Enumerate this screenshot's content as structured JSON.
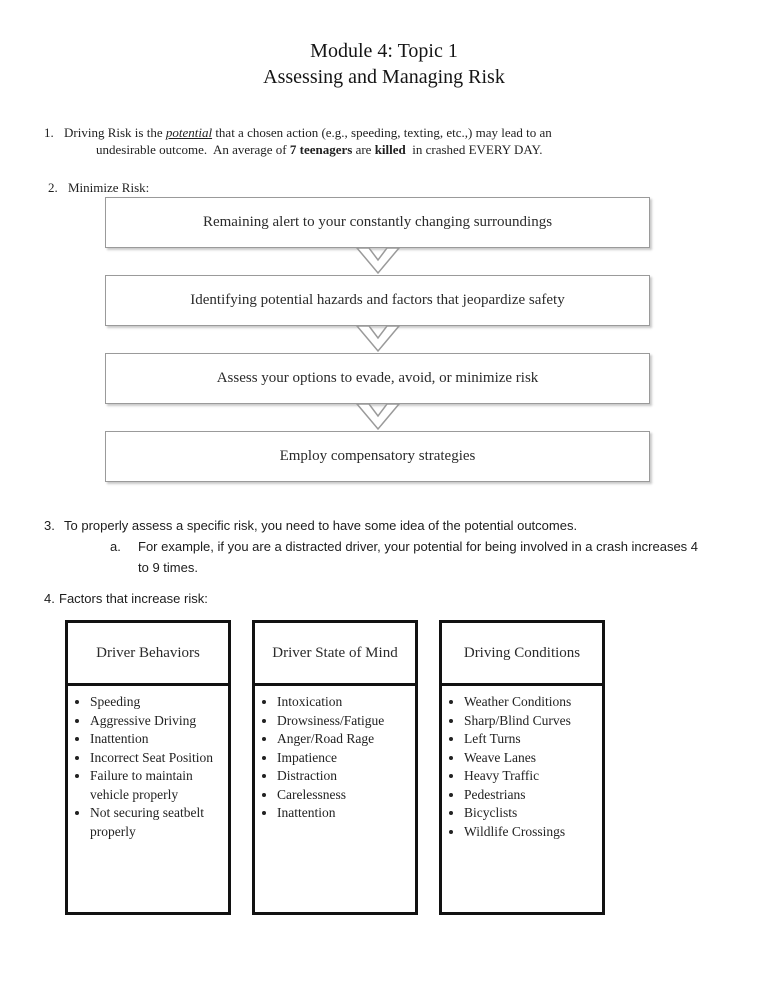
{
  "title": {
    "line1": "Module 4: Topic 1",
    "line2": "Assessing and Managing Risk"
  },
  "items": {
    "one": {
      "number": "1.",
      "line1": [
        {
          "t": "Driving Risk is the ",
          "s": "plain"
        },
        {
          "t": "potential",
          "s": "italic-underline"
        },
        {
          "t": " that a chosen action (e.g., speeding, texting, etc.,) may lead to an",
          "s": "plain"
        }
      ],
      "line2": [
        {
          "t": "undesirable outcome.  An average of ",
          "s": "plain"
        },
        {
          "t": "7 teenagers",
          "s": "bold"
        },
        {
          "t": " are ",
          "s": "plain"
        },
        {
          "t": "killed",
          "s": "bold"
        },
        {
          "t": "  in crashed EVERY DAY.",
          "s": "plain"
        }
      ]
    },
    "two": {
      "number": "2.",
      "text": "Minimize Risk:"
    },
    "three": {
      "number": "3.",
      "text": "To properly assess a specific risk, you need to have some idea of the potential outcomes.",
      "sub_letter": "a.",
      "sub_line1": "For example, if you are a distracted driver, your potential for being involved in a crash increases 4",
      "sub_line2": "to 9 times."
    },
    "four": {
      "number": "4.",
      "text": "Factors that increase risk:"
    }
  },
  "flowchart": {
    "steps": [
      "Remaining alert to your constantly changing surroundings",
      "Identifying potential hazards and factors that jeopardize safety",
      "Assess your options to evade, avoid, or minimize risk",
      "Employ compensatory strategies"
    ]
  },
  "factors": {
    "boxes": [
      {
        "title": "Driver Behaviors",
        "items": [
          "Speeding",
          "Aggressive Driving",
          "Inattention",
          "Incorrect Seat Position",
          "Failure to maintain vehicle properly",
          "Not securing seatbelt properly"
        ]
      },
      {
        "title": "Driver State of Mind",
        "items": [
          "Intoxication",
          "Drowsiness/Fatigue",
          "Anger/Road Rage",
          "Impatience",
          "Distraction",
          "Carelessness",
          "Inattention"
        ]
      },
      {
        "title": "Driving Conditions",
        "items": [
          "Weather Conditions",
          "Sharp/Blind Curves",
          "Left Turns",
          "Weave Lanes",
          "Heavy Traffic",
          "Pedestrians",
          "Bicyclists",
          "Wildlife Crossings"
        ]
      }
    ]
  },
  "colors": {
    "text": "#1f1f1f",
    "flow_box_border": "#9a9a9a",
    "factor_box_border": "#121212",
    "background": "#ffffff"
  }
}
